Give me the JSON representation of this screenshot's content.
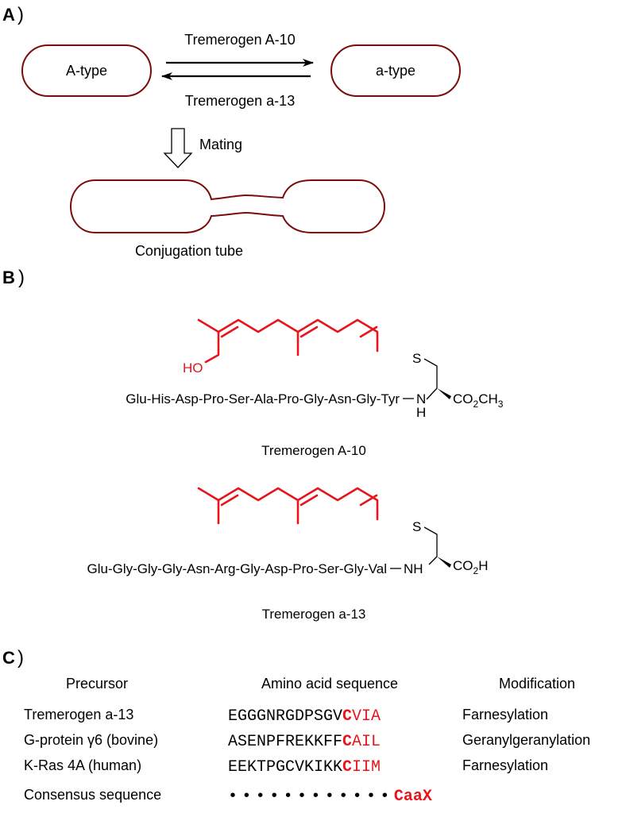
{
  "colors": {
    "cell_outline": "#7a0c0c",
    "isoprenoid": "#e8141b",
    "text": "#000000"
  },
  "panel_a": {
    "label": "A",
    "cell_left": "A-type",
    "cell_right": "a-type",
    "arrow_forward_label": "Tremerogen A-10",
    "arrow_reverse_label": "Tremerogen a-13",
    "mating_label": "Mating",
    "conjugation_label": "Conjugation tube"
  },
  "panel_b": {
    "label": "B",
    "structure_1": {
      "peptide": "Glu-His-Asp-Pro-Ser-Ala-Pro-Gly-Asn-Gly-Tyr",
      "hydroxyl": "HO",
      "sulfur": "S",
      "amine_n": "N",
      "amine_h": "H",
      "ester_co": "CO",
      "ester_sub": "2",
      "ester_ch": "CH",
      "ester_sub2": "3",
      "name": "Tremerogen A-10"
    },
    "structure_2": {
      "peptide": "Glu-Gly-Gly-Gly-Asn-Arg-Gly-Asp-Pro-Ser-Gly-Val",
      "sulfur": "S",
      "amine": "NH",
      "acid_co": "CO",
      "acid_sub": "2",
      "acid_h": "H",
      "name": "Tremerogen a-13"
    }
  },
  "panel_c": {
    "label": "C",
    "headers": {
      "precursor": "Precursor",
      "sequence": "Amino acid sequence",
      "modification": "Modification"
    },
    "rows": [
      {
        "precursor": "Tremerogen a-13",
        "sequence_black": "EGGGNRGDPSGV",
        "sequence_c": "C",
        "sequence_red": "VIA",
        "modification": "Farnesylation"
      },
      {
        "precursor": "G-protein γ6 (bovine)",
        "sequence_black": "ASENPFREKKFF",
        "sequence_c": "C",
        "sequence_red": "AIL",
        "modification": "Geranylgeranylation"
      },
      {
        "precursor": "K-Ras 4A (human)",
        "sequence_black": "EEKTPGCVKIKK",
        "sequence_c": "C",
        "sequence_red": "IIM",
        "modification": "Farnesylation"
      }
    ],
    "consensus": {
      "label": "Consensus sequence",
      "dots": "••••••••••••",
      "motif": "CaaX"
    }
  }
}
